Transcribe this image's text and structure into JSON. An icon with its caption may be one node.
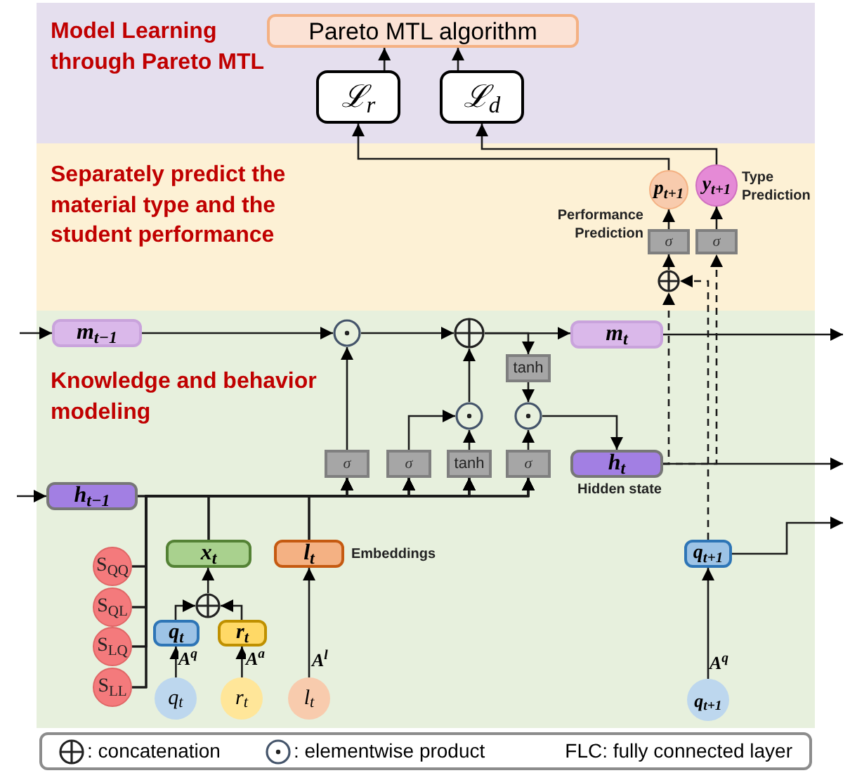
{
  "diagram": {
    "nodes": [
      {
        "text": [
          "Model Learning through Pareto MTL"
        ]
      },
      {
        "text": [
          "Separately predict the material type and the student performance"
        ]
      },
      {
        "text": [
          "Knowledge and behavior modeling"
        ]
      },
      {
        "text": [
          "Pareto MTL algorithm"
        ],
        "in": 0
      },
      {
        "text": [
          "ℒ$_{r}$"
        ],
        "in": 0
      },
      {
        "text": [
          "ℒ$_{d}$"
        ],
        "in": 0
      },
      {
        "text": [
          "p$_{t+1}$"
        ],
        "in": 1,
        "beside": [
          "Performance Prediction"
        ]
      },
      {
        "text": [
          "y$_{t+1}$"
        ],
        "in": 1,
        "beside": [
          "Type Prediction"
        ]
      },
      {
        "text": [
          "σ"
        ],
        "in": 1
      },
      {
        "text": [
          "σ"
        ],
        "in": 1
      },
      {
        "text": [],
        "shape": "circle",
        "in": 1
      },
      {
        "text": [
          "m$_{t−1}$"
        ],
        "in": 2
      },
      {
        "text": [],
        "shape": "circle",
        "in": 2
      },
      {
        "text": [],
        "shape": "circle",
        "in": 2
      },
      {
        "text": [
          "m$_{t}$"
        ],
        "in": 2
      },
      {
        "text": [
          "tanh"
        ],
        "in": 2
      },
      {
        "text": [],
        "shape": "circle",
        "in": 2
      },
      {
        "text": [],
        "shape": "circle",
        "in": 2
      },
      {
        "text": [
          "σ"
        ],
        "in": 2
      },
      {
        "text": [
          "σ"
        ],
        "in": 2
      },
      {
        "text": [
          "tanh"
        ],
        "in": 2
      },
      {
        "text": [
          "σ"
        ],
        "in": 2
      },
      {
        "text": [
          "h$_{t}$"
        ],
        "in": 2,
        "beside": [
          "Hidden state"
        ]
      },
      {
        "text": [
          "h$_{t−1}$"
        ],
        "in": 2
      },
      {
        "text": [
          "S$_{QQ}$"
        ],
        "in": 2
      },
      {
        "text": [
          "S$_{QL}$"
        ],
        "in": 2
      },
      {
        "text": [
          "S$_{LQ}$"
        ],
        "in": 2
      },
      {
        "text": [
          "S$_{LL}$"
        ],
        "in": 2
      },
      {
        "text": [
          "x$_{t}$"
        ],
        "in": 2
      },
      {
        "text": [
          "l$_{t}$"
        ],
        "in": 2,
        "beside": [
          "Embeddings"
        ]
      },
      {
        "text": [],
        "shape": "circle",
        "in": 2
      },
      {
        "text": [
          "q$_{t}$"
        ],
        "in": 2
      },
      {
        "text": [
          "r$_{t}$"
        ],
        "in": 2
      },
      {
        "text": [
          "q$_{t}$"
        ],
        "in": 2
      },
      {
        "text": [
          "r$_{t}$"
        ],
        "in": 2
      },
      {
        "text": [
          "l$_{t}$"
        ],
        "in": 2
      },
      {
        "text": [
          "q$_{t+1}$"
        ],
        "in": 2
      },
      {
        "text": [
          "q$_{t+1}$"
        ],
        "in": 2
      }
    ],
    "edges": [
      {
        "from": 4,
        "to": 3,
        "arrow": "to"
      },
      {
        "from": 5,
        "to": 3,
        "arrow": "to"
      },
      {
        "from": 6,
        "to": 4,
        "arrow": "to"
      },
      {
        "from": 7,
        "to": 5,
        "arrow": "to"
      },
      {
        "from": 8,
        "to": 6,
        "arrow": "to"
      },
      {
        "from": 9,
        "to": 7,
        "arrow": "to"
      },
      {
        "from": 10,
        "to": 8,
        "arrow": "to"
      },
      {
        "from": 22,
        "to": 10,
        "arrow": "to",
        "style": "dashed"
      },
      {
        "from": 22,
        "to": 9,
        "arrow": "to",
        "style": "dashed"
      },
      {
        "from": 36,
        "to": 10,
        "arrow": "to",
        "style": "dashed"
      },
      {
        "from": null,
        "to": 11,
        "arrow": "to"
      },
      {
        "from": null,
        "to": 23,
        "arrow": "to"
      },
      {
        "from": 14,
        "to": null,
        "arrow": "to"
      },
      {
        "from": 22,
        "to": null,
        "arrow": "to"
      },
      {
        "from": 36,
        "to": null,
        "arrow": "to"
      },
      {
        "from": 11,
        "to": 12,
        "arrow": "to"
      },
      {
        "from": 12,
        "to": 13,
        "arrow": "to"
      },
      {
        "from": 13,
        "to": 14,
        "arrow": "to"
      },
      {
        "from": 13,
        "to": 15,
        "arrow": "to"
      },
      {
        "from": 15,
        "to": 17,
        "arrow": "to"
      },
      {
        "from": 16,
        "to": 13,
        "arrow": "to"
      },
      {
        "from": 17,
        "to": 22,
        "arrow": "to"
      },
      {
        "from": 18,
        "to": 12,
        "arrow": "to"
      },
      {
        "from": 19,
        "to": 16,
        "arrow": "to"
      },
      {
        "from": 20,
        "to": 16,
        "arrow": "to"
      },
      {
        "from": 21,
        "to": 17,
        "arrow": "to"
      },
      {
        "from": 23,
        "to": 18,
        "arrow": "to"
      },
      {
        "from": 23,
        "to": 19,
        "arrow": "to"
      },
      {
        "from": 23,
        "to": 20,
        "arrow": "to"
      },
      {
        "from": 23,
        "to": 21,
        "arrow": "to"
      },
      {
        "from": 28,
        "to": 18,
        "arrow": "to"
      },
      {
        "from": 28,
        "to": 19,
        "arrow": "to"
      },
      {
        "from": 28,
        "to": 20,
        "arrow": "to"
      },
      {
        "from": 28,
        "to": 21,
        "arrow": "to"
      },
      {
        "from": 29,
        "to": 18,
        "arrow": "to"
      },
      {
        "from": 29,
        "to": 19,
        "arrow": "to"
      },
      {
        "from": 29,
        "to": 20,
        "arrow": "to"
      },
      {
        "from": 29,
        "to": 21,
        "arrow": "to"
      },
      {
        "from": 24,
        "to": 18,
        "arrow": "to"
      },
      {
        "from": 24,
        "to": 19,
        "arrow": "to"
      },
      {
        "from": 24,
        "to": 20,
        "arrow": "to"
      },
      {
        "from": 24,
        "to": 21,
        "arrow": "to"
      },
      {
        "from": 25,
        "to": 18,
        "arrow": "to"
      },
      {
        "from": 25,
        "to": 19,
        "arrow": "to"
      },
      {
        "from": 25,
        "to": 20,
        "arrow": "to"
      },
      {
        "from": 25,
        "to": 21,
        "arrow": "to"
      },
      {
        "from": 26,
        "to": 18,
        "arrow": "to"
      },
      {
        "from": 26,
        "to": 19,
        "arrow": "to"
      },
      {
        "from": 26,
        "to": 20,
        "arrow": "to"
      },
      {
        "from": 26,
        "to": 21,
        "arrow": "to"
      },
      {
        "from": 27,
        "to": 18,
        "arrow": "to"
      },
      {
        "from": 27,
        "to": 19,
        "arrow": "to"
      },
      {
        "from": 27,
        "to": 20,
        "arrow": "to"
      },
      {
        "from": 27,
        "to": 21,
        "arrow": "to"
      },
      {
        "from": 30,
        "to": 28,
        "arrow": "to"
      },
      {
        "from": 31,
        "to": 30,
        "arrow": "to"
      },
      {
        "from": 32,
        "to": 30,
        "arrow": "to"
      },
      {
        "from": 33,
        "to": 31,
        "arrow": "to",
        "label": "A$^{q}$"
      },
      {
        "from": 34,
        "to": 32,
        "arrow": "to",
        "label": "A$^{a}$"
      },
      {
        "from": 35,
        "to": 29,
        "arrow": "to",
        "label": "A$^{l}$"
      },
      {
        "from": 37,
        "to": 36,
        "arrow": "to",
        "label": "A$^{q}$"
      }
    ],
    "labels": [
      "FLC: fully connected layer"
    ],
    "legend": [
      {
        "text": ": concatenation"
      },
      {
        "text": ": elementwise product"
      }
    ]
  }
}
